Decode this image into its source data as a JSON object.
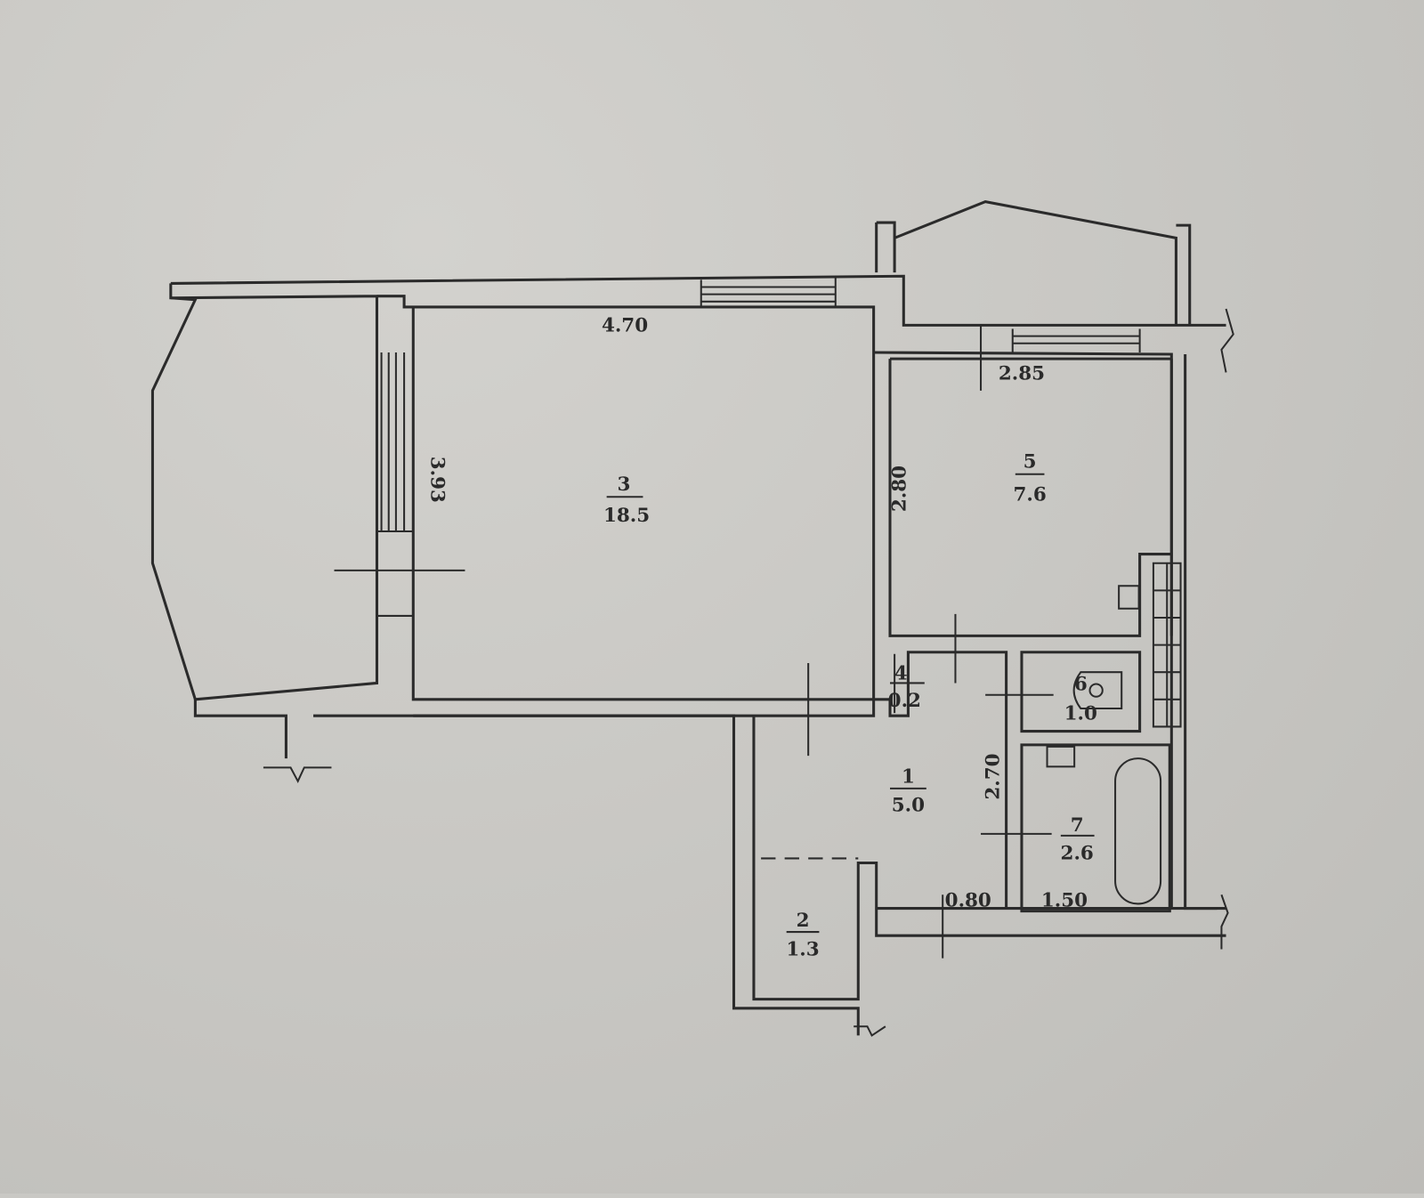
{
  "rooms": [
    {
      "number": "3",
      "area": "18.5"
    },
    {
      "number": "5",
      "area": "7.6"
    },
    {
      "number": "4",
      "area": "0.2"
    },
    {
      "number": "6",
      "area": "1.0"
    },
    {
      "number": "1",
      "area": "5.0"
    },
    {
      "number": "7",
      "area": "2.6"
    },
    {
      "number": "2",
      "area": "1.3"
    }
  ],
  "dimensions": {
    "room3_width": "4.70",
    "room3_depth": "3.93",
    "room5_width": "2.85",
    "room5_depth": "2.80",
    "hall_depth": "2.70",
    "hall_door": "0.80",
    "bath_width": "1.50"
  }
}
